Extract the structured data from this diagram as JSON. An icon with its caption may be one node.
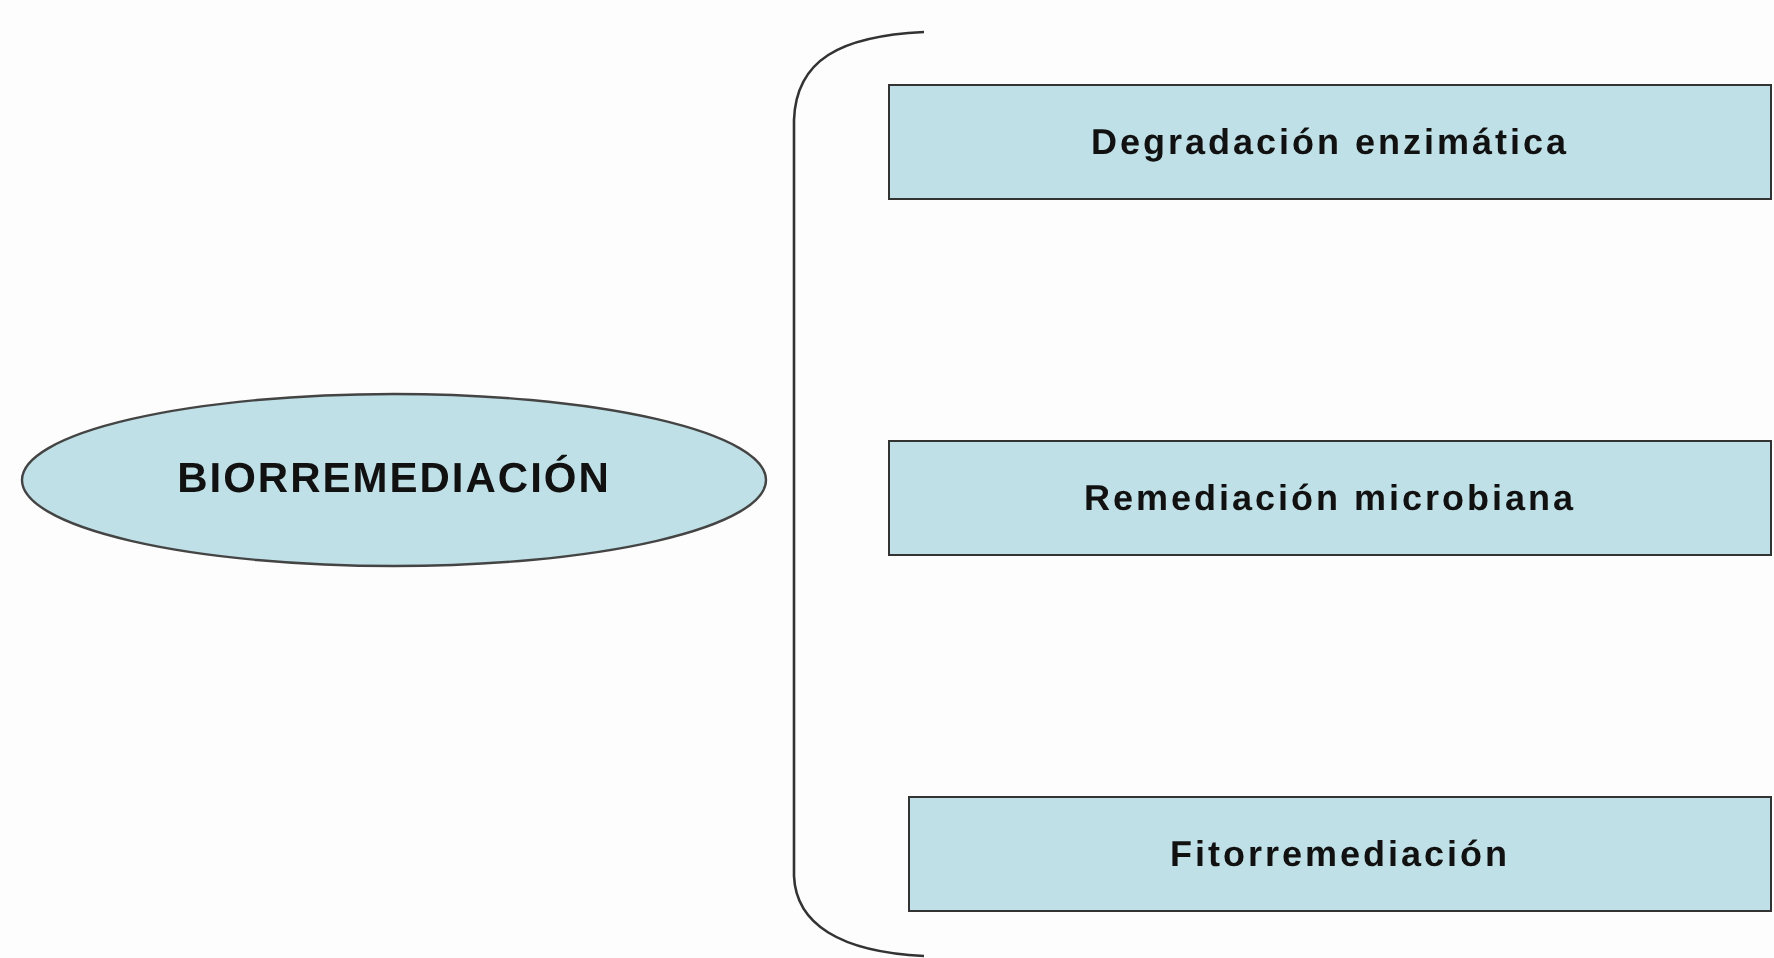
{
  "diagram": {
    "nodes": [
      {
        "text": [
          "BIORREMEDIACIÓN"
        ]
      },
      {
        "text": [
          "Degradación enzimática"
        ]
      },
      {
        "text": [
          "Remediación microbiana"
        ]
      },
      {
        "text": [
          "Fitorremediación"
        ]
      }
    ]
  }
}
